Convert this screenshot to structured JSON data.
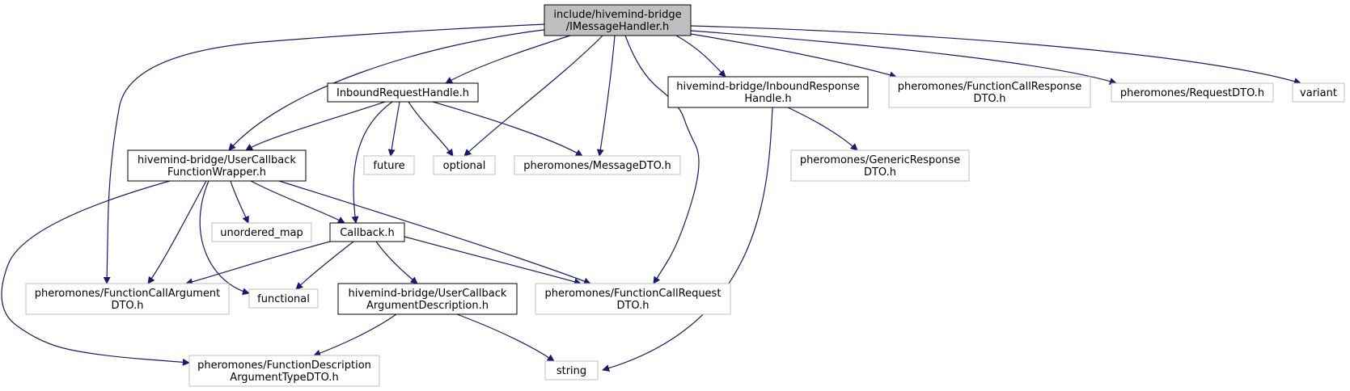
{
  "colors": {
    "edge": "#191970",
    "root_fill": "#bfbfbf",
    "root_border": "#000000",
    "local_border": "#000000",
    "external_border": "#bfbfbf",
    "node_fill": "#ffffff"
  },
  "nodes": {
    "root": {
      "lines": [
        "include/hivemind-bridge",
        "/IMessageHandler.h"
      ],
      "kind": "root"
    },
    "inbound_request": {
      "lines": [
        "InboundRequestHandle.h"
      ],
      "kind": "local"
    },
    "inbound_response": {
      "lines": [
        "hivemind-bridge/InboundResponse",
        "Handle.h"
      ],
      "kind": "local"
    },
    "fc_response": {
      "lines": [
        "pheromones/FunctionCallResponse",
        "DTO.h"
      ],
      "kind": "external"
    },
    "request_dto": {
      "lines": [
        "pheromones/RequestDTO.h"
      ],
      "kind": "external"
    },
    "variant": {
      "lines": [
        "variant"
      ],
      "kind": "external"
    },
    "user_callback_wrapper": {
      "lines": [
        "hivemind-bridge/UserCallback",
        "FunctionWrapper.h"
      ],
      "kind": "local"
    },
    "future": {
      "lines": [
        "future"
      ],
      "kind": "external"
    },
    "optional": {
      "lines": [
        "optional"
      ],
      "kind": "external"
    },
    "message_dto": {
      "lines": [
        "pheromones/MessageDTO.h"
      ],
      "kind": "external"
    },
    "generic_response": {
      "lines": [
        "pheromones/GenericResponse",
        "DTO.h"
      ],
      "kind": "external"
    },
    "unordered_map": {
      "lines": [
        "unordered_map"
      ],
      "kind": "external"
    },
    "callback": {
      "lines": [
        "Callback.h"
      ],
      "kind": "local"
    },
    "fc_argument": {
      "lines": [
        "pheromones/FunctionCallArgument",
        "DTO.h"
      ],
      "kind": "external"
    },
    "functional": {
      "lines": [
        "functional"
      ],
      "kind": "external"
    },
    "arg_description": {
      "lines": [
        "hivemind-bridge/UserCallback",
        "ArgumentDescription.h"
      ],
      "kind": "local"
    },
    "fc_request": {
      "lines": [
        "pheromones/FunctionCallRequest",
        "DTO.h"
      ],
      "kind": "external"
    },
    "fd_argtype": {
      "lines": [
        "pheromones/FunctionDescription",
        "ArgumentTypeDTO.h"
      ],
      "kind": "external"
    },
    "string": {
      "lines": [
        "string"
      ],
      "kind": "external"
    }
  },
  "edges": [
    [
      "root",
      "inbound_request"
    ],
    [
      "root",
      "inbound_response"
    ],
    [
      "root",
      "fc_response"
    ],
    [
      "root",
      "request_dto"
    ],
    [
      "root",
      "variant"
    ],
    [
      "root",
      "user_callback_wrapper"
    ],
    [
      "root",
      "optional"
    ],
    [
      "root",
      "message_dto"
    ],
    [
      "root",
      "fc_argument"
    ],
    [
      "root",
      "fc_request"
    ],
    [
      "inbound_request",
      "user_callback_wrapper"
    ],
    [
      "inbound_request",
      "future"
    ],
    [
      "inbound_request",
      "optional"
    ],
    [
      "inbound_request",
      "message_dto"
    ],
    [
      "inbound_request",
      "callback"
    ],
    [
      "inbound_response",
      "generic_response"
    ],
    [
      "inbound_response",
      "string"
    ],
    [
      "user_callback_wrapper",
      "unordered_map"
    ],
    [
      "user_callback_wrapper",
      "callback"
    ],
    [
      "user_callback_wrapper",
      "fc_argument"
    ],
    [
      "user_callback_wrapper",
      "functional"
    ],
    [
      "user_callback_wrapper",
      "fc_request"
    ],
    [
      "user_callback_wrapper",
      "fd_argtype"
    ],
    [
      "callback",
      "fc_argument"
    ],
    [
      "callback",
      "functional"
    ],
    [
      "callback",
      "arg_description"
    ],
    [
      "callback",
      "fc_request"
    ],
    [
      "arg_description",
      "fd_argtype"
    ],
    [
      "arg_description",
      "string"
    ]
  ]
}
